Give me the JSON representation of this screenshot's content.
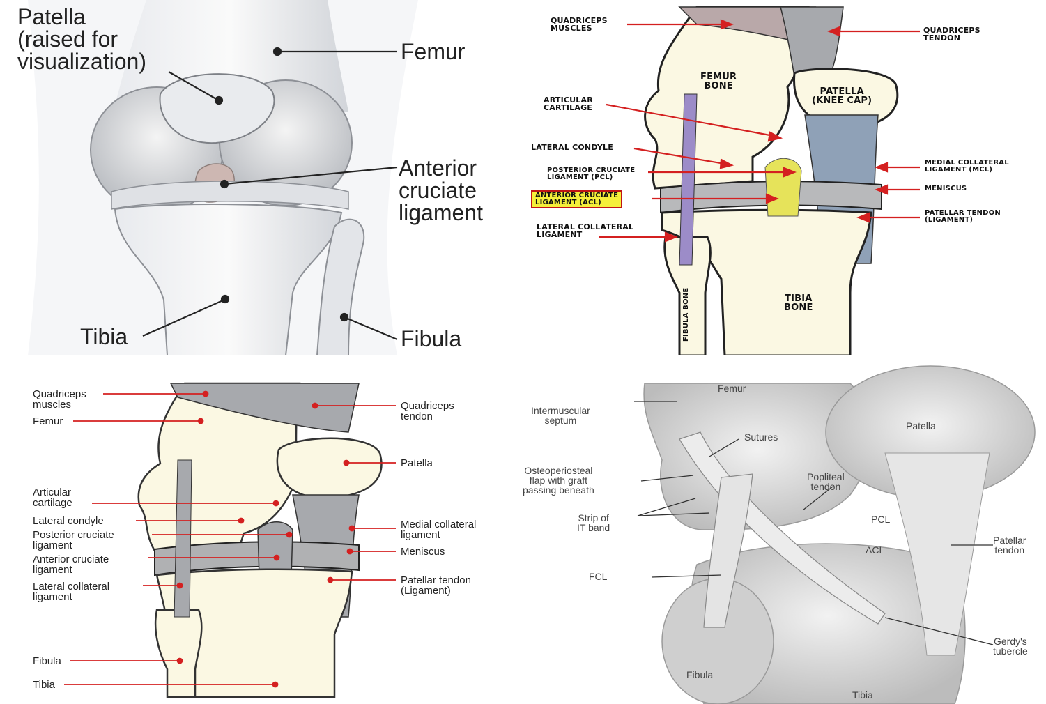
{
  "panel1": {
    "patella": "Patella\n(raised for\nvisualization)",
    "femur": "Femur",
    "acl": "Anterior\ncruciate\nligament",
    "tibia": "Tibia",
    "fibula": "Fibula"
  },
  "panel2": {
    "quadriceps_muscles": "QUADRICEPS\nMUSCLES",
    "quadriceps_tendon": "QUADRICEPS\nTENDON",
    "femur_bone": "FEMUR\nBONE",
    "patella": "PATELLA\n(KNEE CAP)",
    "articular_cartilage": "ARTICULAR\nCARTILAGE",
    "lateral_condyle": "LATERAL CONDYLE",
    "pcl": "POSTERIOR CRUCIATE\nLIGAMENT (PCL)",
    "acl": "ANTERIOR CRUCIATE\nLIGAMENT (ACL)",
    "lcl": "LATERAL COLLATERAL\nLIGAMENT",
    "mcl": "MEDIAL COLLATERAL\nLIGAMENT (MCL)",
    "meniscus": "MENISCUS",
    "patellar_tendon": "PATELLAR TENDON\n(LIGAMENT)",
    "fibula_bone": "FIBULA BONE",
    "tibia_bone": "TIBIA\nBONE"
  },
  "panel3": {
    "quadriceps_muscles": "Quadriceps\nmuscles",
    "femur": "Femur",
    "articular_cartilage": "Articular\ncartilage",
    "lateral_condyle": "Lateral condyle",
    "pcl": "Posterior cruciate\nligament",
    "acl": "Anterior cruciate\nligament",
    "lcl": "Lateral collateral\nligament",
    "fibula": "Fibula",
    "tibia": "Tibia",
    "quadriceps_tendon": "Quadriceps\ntendon",
    "patella": "Patella",
    "mcl": "Medial collateral\nligament",
    "meniscus": "Meniscus",
    "patellar_tendon": "Patellar tendon\n(Ligament)"
  },
  "panel4": {
    "femur": "Femur",
    "intermuscular_septum": "Intermuscular\nseptum",
    "sutures": "Sutures",
    "patella": "Patella",
    "osteoperiosteal": "Osteoperiosteal\nflap with graft\npassing beneath",
    "popliteal_tendon": "Popliteal\ntendon",
    "strip_it_band": "Strip of\nIT band",
    "pcl": "PCL",
    "acl": "ACL",
    "patellar_tendon": "Patellar\ntendon",
    "fcl": "FCL",
    "gerdys": "Gerdy's\ntubercle",
    "fibula": "Fibula",
    "tibia": "Tibia"
  },
  "colors": {
    "leader_red": "#d42020",
    "bone_cream": "#fbf8e3",
    "ligament_gray": "#a7a9ad",
    "acl_yellow": "#e6e35a",
    "lcl_purple": "#9c8cc8",
    "tendon_blue": "#8fa1b7"
  }
}
